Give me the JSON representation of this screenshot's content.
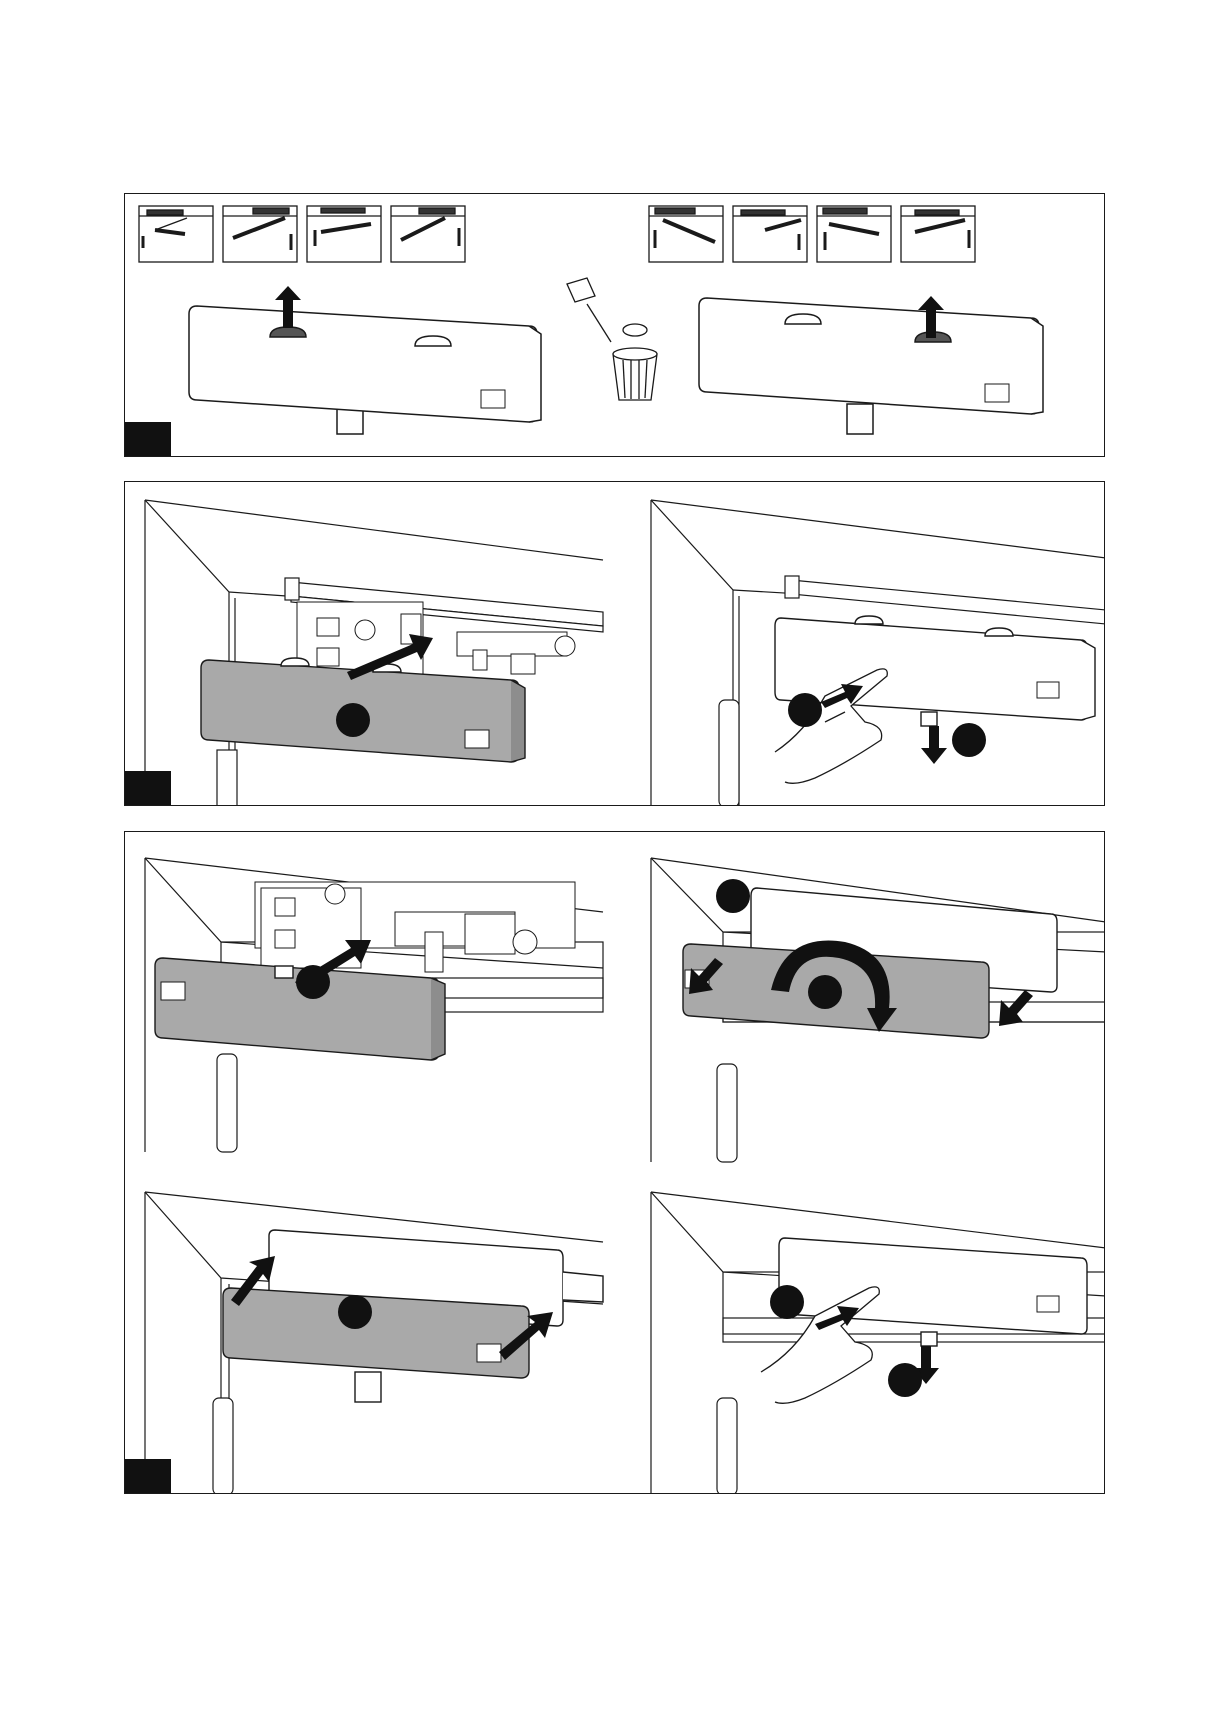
{
  "page": {
    "panels": [
      {
        "id": "panel-1",
        "step_label": "",
        "callouts": []
      },
      {
        "id": "panel-2",
        "step_label": "",
        "callouts": [
          "",
          "",
          ""
        ]
      },
      {
        "id": "panel-3",
        "step_label": "",
        "callouts": [
          "",
          "",
          "",
          "",
          ""
        ]
      }
    ]
  },
  "icons": {
    "arrow_up": "arrow-up-icon",
    "trash": "trash-bin-icon",
    "hand": "hand-icon",
    "rotate": "rotate-arrow-icon"
  },
  "colors": {
    "line": "#1a1a1a",
    "cover_grey": "#a9a9a9",
    "arrow_fill": "#111111"
  }
}
